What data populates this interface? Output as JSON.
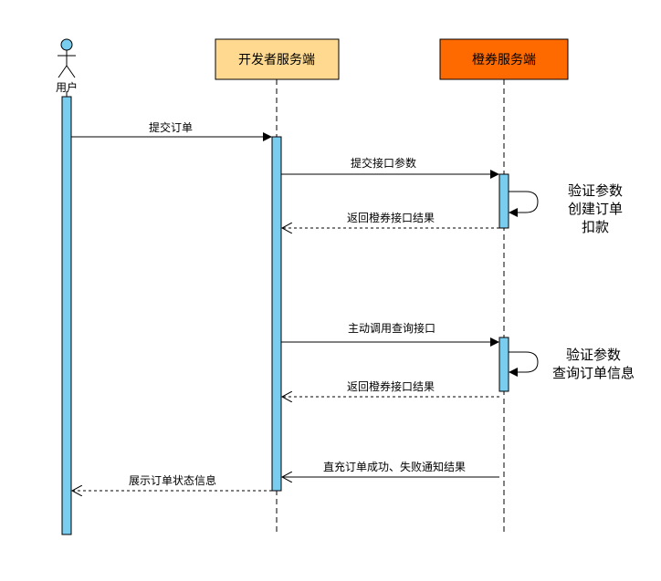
{
  "participants": {
    "user": {
      "label": "用户"
    },
    "dev": {
      "label": "开发者服务端",
      "fill": "#FFD98F"
    },
    "cz": {
      "label": "橙券服务端",
      "fill": "#FF6A00"
    }
  },
  "colors": {
    "activation": "#79CDEF",
    "line": "#000000"
  },
  "messages": {
    "m1": "提交订单",
    "m2": "提交接口参数",
    "m3": "返回橙券接口结果",
    "m4": "主动调用查询接口",
    "m5": "返回橙券接口结果",
    "m6": "直充订单成功、失败通知结果",
    "m7": "展示订单状态信息"
  },
  "notes": {
    "n1": [
      "验证参数",
      "创建订单",
      "扣款"
    ],
    "n2": [
      "验证参数",
      "查询订单信息"
    ]
  }
}
